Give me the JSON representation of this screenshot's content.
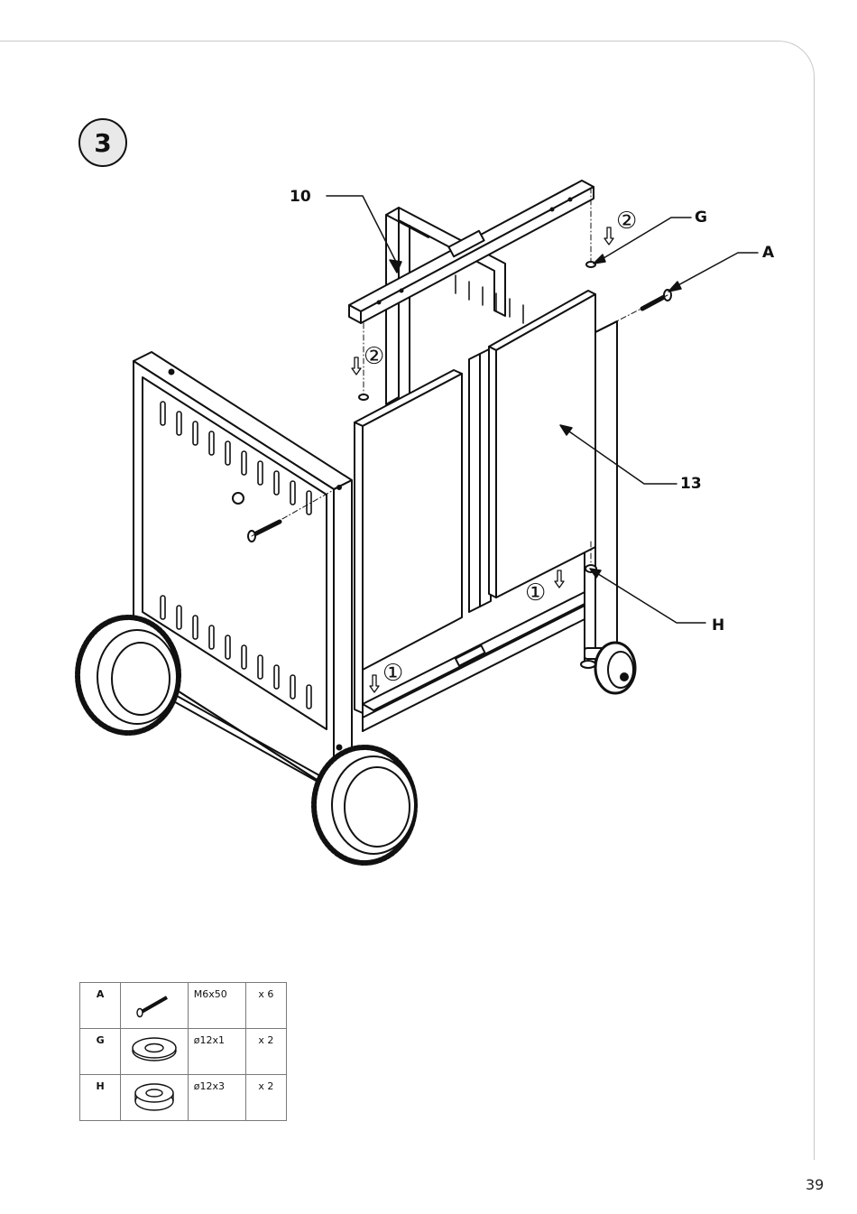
{
  "step": {
    "number": "3"
  },
  "callouts": {
    "c10": "10",
    "cG": "G",
    "cA": "A",
    "c13": "13",
    "cH": "H"
  },
  "sequence_marks": {
    "first": "①",
    "second": "②"
  },
  "parts": [
    {
      "letter": "A",
      "icon": "bolt-icon",
      "size": "M6x50",
      "qty": "x 6"
    },
    {
      "letter": "G",
      "icon": "washer-icon",
      "size": "ø12x1",
      "qty": "x 2"
    },
    {
      "letter": "H",
      "icon": "thick-washer-icon",
      "size": "ø12x3",
      "qty": "x 2"
    }
  ],
  "page": {
    "number": "39"
  }
}
